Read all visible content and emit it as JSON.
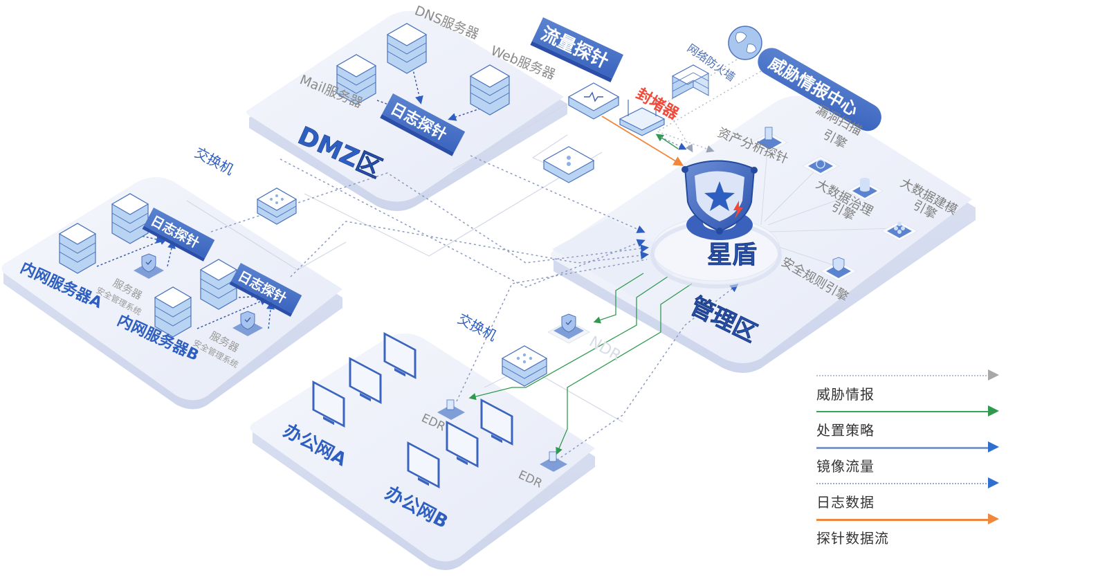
{
  "title": "星盾 network security architecture",
  "colors": {
    "zone_top": "#eef1fa",
    "zone_side": "#d6dcef",
    "brand_blue": "#3a66c4",
    "dark_blue": "#2b4fa8",
    "device_fill": "#b9d3f3",
    "gray_label": "#8a8a8a",
    "threat_intel": "#b0b0b0",
    "disposal_policy": "#3aa35a",
    "mirror_traffic": "#6f8fc9",
    "log_data": "#8fa2cc",
    "probe_flow": "#f0873a",
    "blocker_red": "#f04a3a"
  },
  "zones": {
    "dmz": {
      "label": "DMZ区",
      "servers": {
        "dns": "DNS服务器",
        "web": "Web服务器",
        "mail": "Mail服务器"
      },
      "probe": "日志探针"
    },
    "intranet": {
      "server_a": "内网服务器A",
      "server_b": "内网服务器B",
      "probe_a": "日志探针",
      "probe_b": "日志探针",
      "sec_mgmt_a": [
        "服务器",
        "安全管理系统"
      ],
      "sec_mgmt_b": [
        "服务器",
        "安全管理系统"
      ]
    },
    "office": {
      "net_a": "办公网A",
      "net_b": "办公网B",
      "edr_a": "EDR",
      "edr_b": "EDR"
    },
    "management": {
      "label": "管理区",
      "core": "星盾",
      "engines": {
        "asset_probe": "资产分析探针",
        "vuln_scan": [
          "漏洞扫描",
          "引擎"
        ],
        "bigdata_gov": [
          "大数据治理",
          "引擎"
        ],
        "bigdata_model": [
          "大数据建模",
          "引擎"
        ],
        "sec_rules": "安全规则引擎"
      }
    }
  },
  "devices": {
    "switch_top": "交换机",
    "switch_bottom": "交换机",
    "traffic_probe": "流量探针",
    "blocker": "封堵器",
    "firewall": "网络防火墙",
    "threat_center": "威胁情报中心",
    "ndr": "NDR"
  },
  "legend": [
    {
      "label": "威胁情报",
      "style": "dotted",
      "color": "#b0b0b0",
      "arrow": "#a8a8a8"
    },
    {
      "label": "处置策略",
      "style": "solid",
      "color": "#3aa35a",
      "arrow": "#2f9a4e"
    },
    {
      "label": "镜像流量",
      "style": "solid",
      "color": "#7f97c6",
      "arrow": "#2e6fd0"
    },
    {
      "label": "日志数据",
      "style": "dotted",
      "color": "#9aa9cc",
      "arrow": "#2e6fd0"
    },
    {
      "label": "探针数据流",
      "style": "solid",
      "color": "#f0873a",
      "arrow": "#f0873a"
    }
  ]
}
